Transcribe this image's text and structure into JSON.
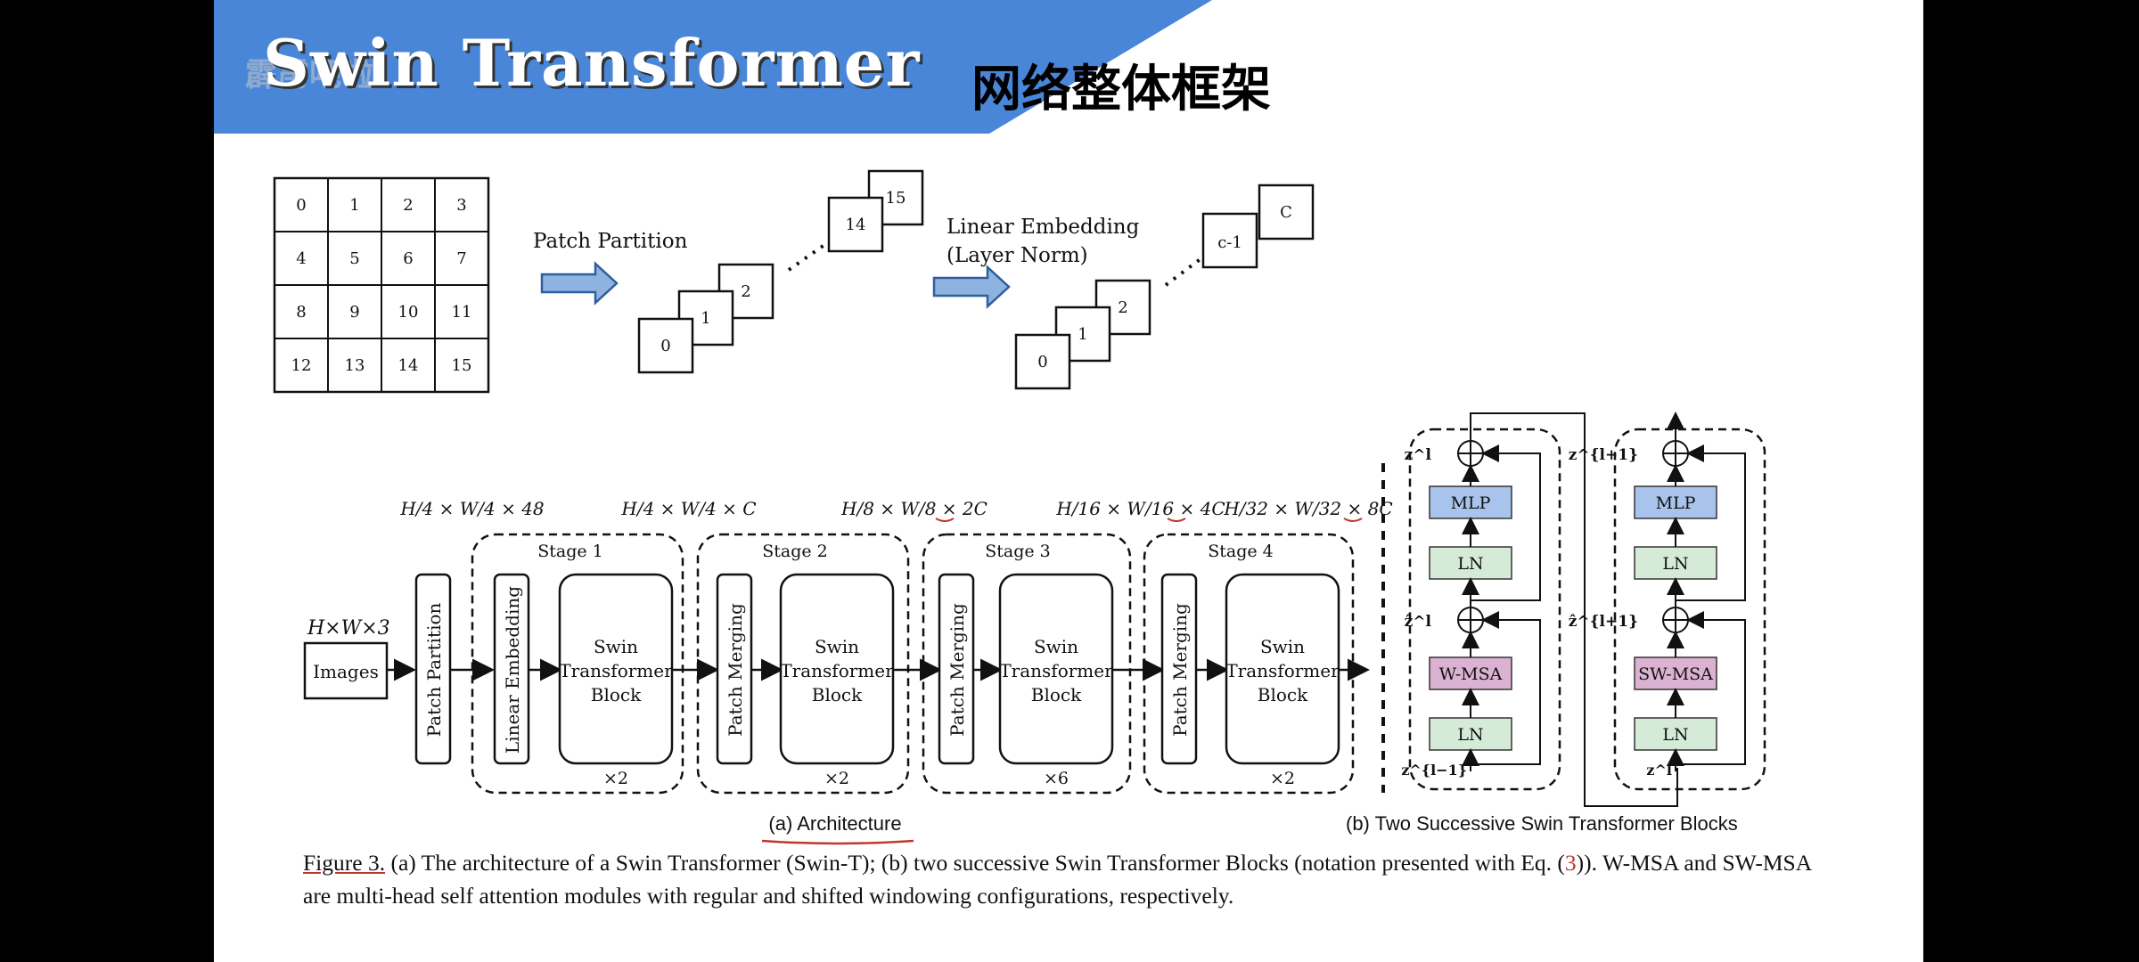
{
  "slide": {
    "title": "Swin Transformer",
    "subtitle": "网络整体框架",
    "watermark": "霹雳吧啦"
  },
  "grid": {
    "cells": [
      "0",
      "1",
      "2",
      "3",
      "4",
      "5",
      "6",
      "7",
      "8",
      "9",
      "10",
      "11",
      "12",
      "13",
      "14",
      "15"
    ]
  },
  "patch_partition": {
    "label": "Patch Partition",
    "patches_front": [
      "0",
      "1",
      "2"
    ],
    "patches_back": [
      "14",
      "15"
    ]
  },
  "linear_embedding": {
    "label_line1": "Linear Embedding",
    "label_line2": "(Layer Norm)",
    "channels_front": [
      "0",
      "1",
      "2"
    ],
    "channels_back": [
      "c-1",
      "C"
    ]
  },
  "architecture": {
    "input_dim": "H×W×3",
    "images_label": "Images",
    "patch_partition_label": "Patch Partition",
    "dims": [
      "H/4 × W/4 × 48",
      "H/4 × W/4 × C",
      "H/8 × W/8 × 2C",
      "H/16 × W/16 × 4C",
      "H/32 × W/32 × 8C"
    ],
    "stages": [
      {
        "name": "Stage 1",
        "first_block": "Linear Embedding",
        "repeat": "×2"
      },
      {
        "name": "Stage 2",
        "first_block": "Patch Merging",
        "repeat": "×2"
      },
      {
        "name": "Stage 3",
        "first_block": "Patch Merging",
        "repeat": "×6"
      },
      {
        "name": "Stage 4",
        "first_block": "Patch Merging",
        "repeat": "×2"
      }
    ],
    "swin_block": [
      "Swin",
      "Transformer",
      "Block"
    ],
    "caption": "(a) Architecture"
  },
  "blocks": {
    "caption": "(b) Two Successive Swin Transformer Blocks",
    "left": {
      "mlp": "MLP",
      "ln_top": "LN",
      "attn": "W-MSA",
      "ln_bottom": "LN",
      "z_out": "z^l",
      "z_mid": "ẑ^l",
      "z_in": "z^{l−1}"
    },
    "right": {
      "mlp": "MLP",
      "ln_top": "LN",
      "attn": "SW-MSA",
      "ln_bottom": "LN",
      "z_out": "z^{l+1}",
      "z_mid": "ẑ^{l+1}",
      "z_in": "z^l"
    }
  },
  "figure_caption": {
    "fig_label": "Figure 3.",
    "text_part1": " (a) The architecture of a Swin Transformer (Swin-T); (b) two successive Swin Transformer Blocks (notation presented with Eq. (",
    "eq_ref": "3",
    "text_part2": ")). W-MSA and SW-MSA are multi-head self attention modules with regular and shifted windowing configurations, respectively."
  },
  "colors": {
    "banner": "#4a86d8",
    "mlp": "#a9c4ec",
    "ln": "#d5ebd8",
    "attn": "#dcb2d2",
    "arrow_fill": "#8fb3e0",
    "annotation_red": "#c0392b"
  }
}
